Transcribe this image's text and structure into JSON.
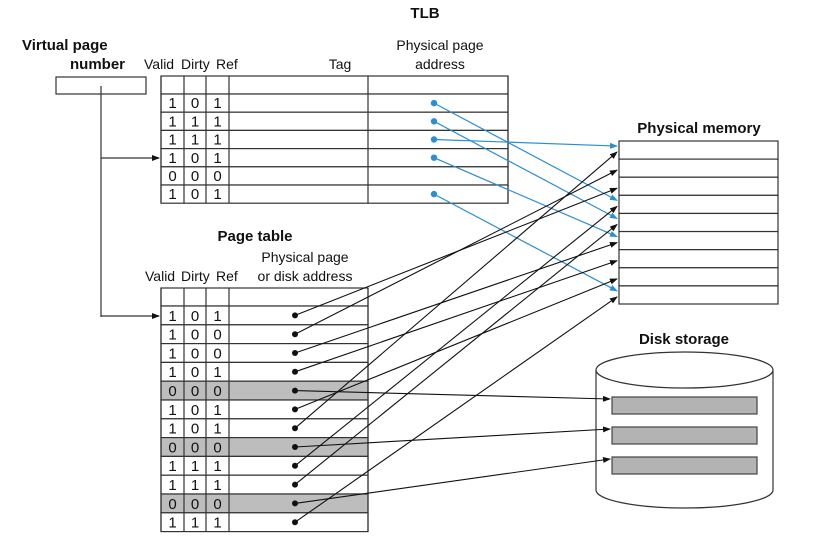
{
  "virtual_page": {
    "label_line1": "Virtual page",
    "label_line2": "number"
  },
  "tlb": {
    "title": "TLB",
    "headers": {
      "valid": "Valid",
      "dirty": "Dirty",
      "ref": "Ref",
      "tag": "Tag",
      "phys_line1": "Physical page",
      "phys_line2": "address"
    },
    "rows": [
      {
        "valid": "1",
        "dirty": "0",
        "ref": "1",
        "has_pointer": true,
        "target_frame": 3
      },
      {
        "valid": "1",
        "dirty": "1",
        "ref": "1",
        "has_pointer": true,
        "target_frame": 4
      },
      {
        "valid": "1",
        "dirty": "1",
        "ref": "1",
        "has_pointer": true,
        "target_frame": 0
      },
      {
        "valid": "1",
        "dirty": "0",
        "ref": "1",
        "has_pointer": true,
        "target_frame": 5
      },
      {
        "valid": "0",
        "dirty": "0",
        "ref": "0",
        "has_pointer": false
      },
      {
        "valid": "1",
        "dirty": "0",
        "ref": "1",
        "has_pointer": true,
        "target_frame": 8
      }
    ]
  },
  "page_table": {
    "title": "Page table",
    "headers": {
      "valid": "Valid",
      "dirty": "Dirty",
      "ref": "Ref",
      "addr_line1": "Physical page",
      "addr_line2": "or disk address"
    },
    "rows": [
      {
        "valid": "1",
        "dirty": "0",
        "ref": "1",
        "target": "memory",
        "index": 2
      },
      {
        "valid": "1",
        "dirty": "0",
        "ref": "0",
        "target": "memory",
        "index": 1
      },
      {
        "valid": "1",
        "dirty": "0",
        "ref": "0",
        "target": "memory",
        "index": 5
      },
      {
        "valid": "1",
        "dirty": "0",
        "ref": "1",
        "target": "memory",
        "index": 6
      },
      {
        "valid": "0",
        "dirty": "0",
        "ref": "0",
        "target": "disk",
        "index": 0
      },
      {
        "valid": "1",
        "dirty": "0",
        "ref": "1",
        "target": "memory",
        "index": 7
      },
      {
        "valid": "1",
        "dirty": "0",
        "ref": "1",
        "target": "memory",
        "index": 0
      },
      {
        "valid": "0",
        "dirty": "0",
        "ref": "0",
        "target": "disk",
        "index": 1
      },
      {
        "valid": "1",
        "dirty": "1",
        "ref": "1",
        "target": "memory",
        "index": 3
      },
      {
        "valid": "1",
        "dirty": "1",
        "ref": "1",
        "target": "memory",
        "index": 4
      },
      {
        "valid": "0",
        "dirty": "0",
        "ref": "0",
        "target": "disk",
        "index": 2
      },
      {
        "valid": "1",
        "dirty": "1",
        "ref": "1",
        "target": "memory",
        "index": 8
      }
    ]
  },
  "physical_memory": {
    "title": "Physical memory",
    "frame_count": 9
  },
  "disk_storage": {
    "title": "Disk storage",
    "block_count": 3
  },
  "colors": {
    "tlb_pointer": "#2a8fd0",
    "page_pointer": "#111111",
    "invalid_row": "#bdbdbd",
    "disk_block": "#b3b3b3"
  }
}
